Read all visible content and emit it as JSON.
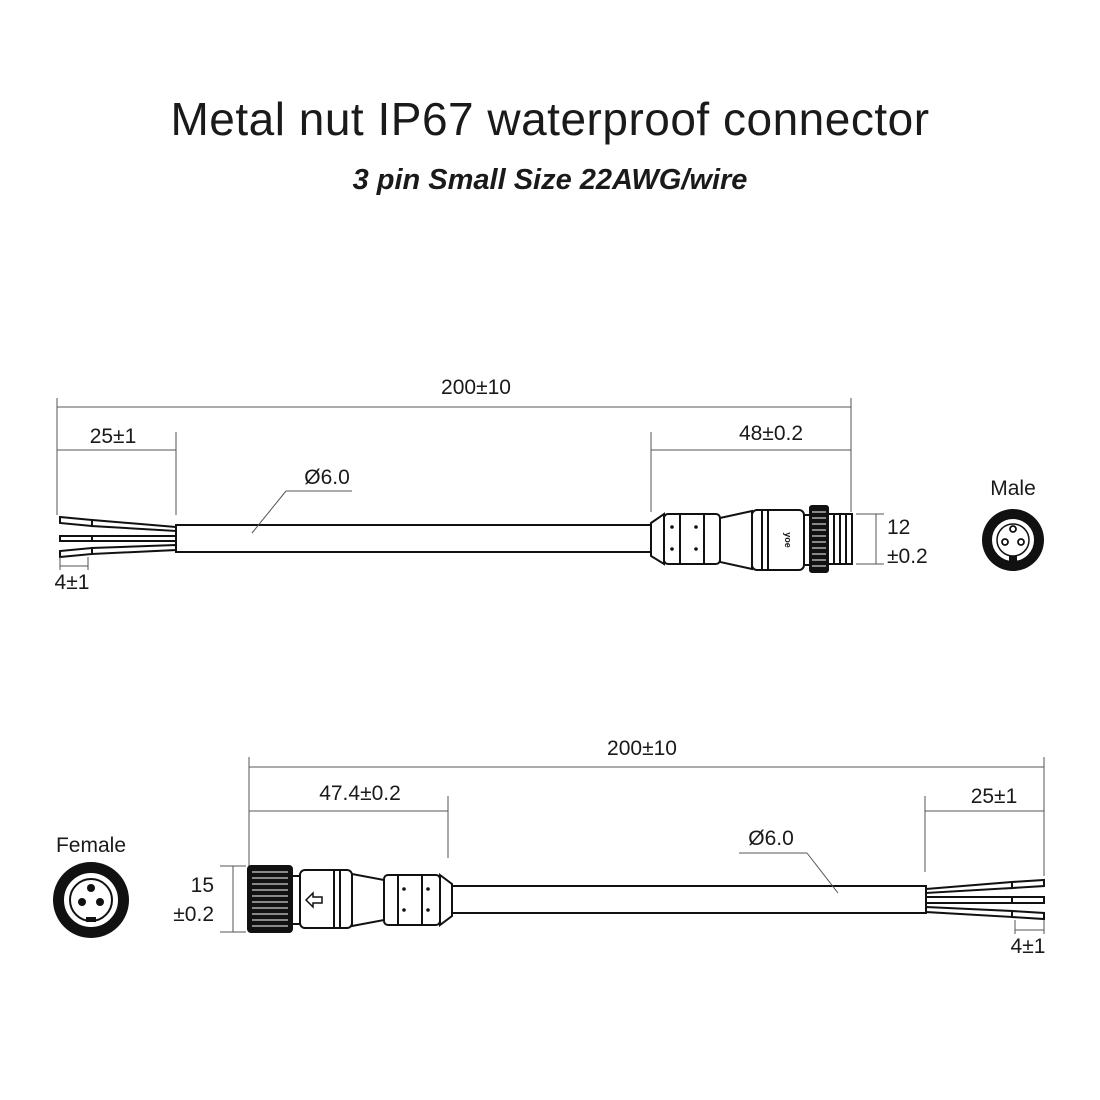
{
  "title": "Metal nut IP67 waterproof connector",
  "subtitle": "3 pin Small Size 22AWG/wire",
  "male": {
    "label": "Male",
    "dim_total": "200±10",
    "dim_strip": "25±1",
    "dim_connector": "48±0.2",
    "dim_diameter": "Ø6.0",
    "dim_height_top": "12",
    "dim_height_bottom": "±0.2",
    "dim_wire_end": "4±1",
    "brand_mark": "yoe"
  },
  "female": {
    "label": "Female",
    "dim_total": "200±10",
    "dim_connector": "47.4±0.2",
    "dim_strip": "25±1",
    "dim_diameter": "Ø6.0",
    "dim_height_top": "15",
    "dim_height_bottom": "±0.2",
    "dim_wire_end": "4±1"
  }
}
